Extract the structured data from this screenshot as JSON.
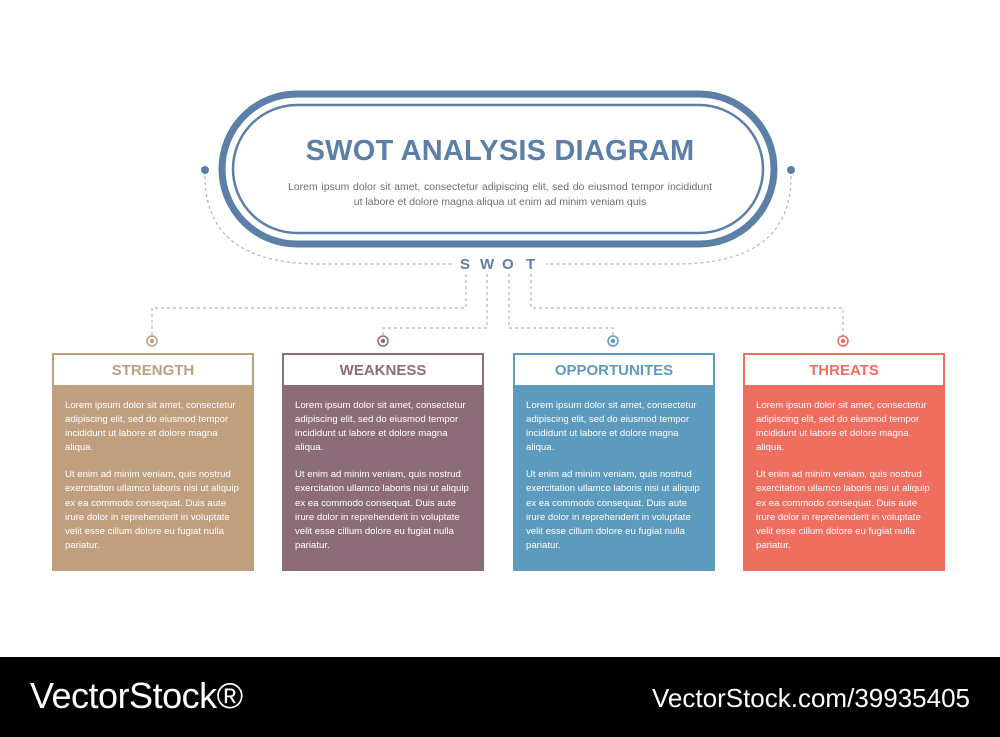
{
  "header": {
    "title": "SWOT ANALYSIS DIAGRAM",
    "subtitle": "Lorem ipsum dolor sit amet, consectetur adipiscing elit, sed do eiusmod tempor incididunt ut labore et dolore magna aliqua ut enim ad minim veniam quis"
  },
  "swot_letters": [
    "S",
    "W",
    "O",
    "T"
  ],
  "colors": {
    "header": "#5b7fa6",
    "strength": "#bf9f7e",
    "weakness": "#8c6c79",
    "opportunities": "#5c9bbd",
    "threats": "#ee6e60"
  },
  "cards": [
    {
      "title": "STRENGTH",
      "p1": "Lorem ipsum dolor sit amet, consectetur adipiscing elit, sed do eiusmod tempor incididunt ut labore et dolore magna aliqua.",
      "p2": "Ut enim ad minim veniam, quis nostrud exercitation ullamco laboris nisi ut aliquip ex ea commodo consequat. Duis aute irure dolor in reprehenderit in voluptate velit esse cillum dolore eu fugiat nulla pariatur."
    },
    {
      "title": "WEAKNESS",
      "p1": "Lorem ipsum dolor sit amet, consectetur adipiscing elit, sed do eiusmod tempor incididunt ut labore et dolore magna aliqua.",
      "p2": "Ut enim ad minim veniam, quis nostrud exercitation ullamco laboris nisi ut aliquip ex ea commodo consequat. Duis aute irure dolor in reprehenderit in voluptate velit esse cillum dolore eu fugiat nulla pariatur."
    },
    {
      "title": "OPPORTUNITES",
      "p1": "Lorem ipsum dolor sit amet, consectetur adipiscing elit, sed do eiusmod tempor incididunt ut labore et dolore magna aliqua.",
      "p2": "Ut enim ad minim veniam, quis nostrud exercitation ullamco laboris nisi ut aliquip ex ea commodo consequat. Duis aute irure dolor in reprehenderit in voluptate velit esse cillum dolore eu fugiat nulla pariatur."
    },
    {
      "title": "THREATS",
      "p1": "Lorem ipsum dolor sit amet, consectetur adipiscing elit, sed do eiusmod tempor incididunt ut labore et dolore magna aliqua.",
      "p2": "Ut enim ad minim veniam, quis nostrud exercitation ullamco laboris nisi ut aliquip ex ea commodo consequat. Duis aute irure dolor in reprehenderit in voluptate velit esse cillum dolore eu fugiat nulla pariatur."
    }
  ],
  "footer": {
    "brand": "VectorStock®",
    "id": "VectorStock.com/39935405"
  }
}
